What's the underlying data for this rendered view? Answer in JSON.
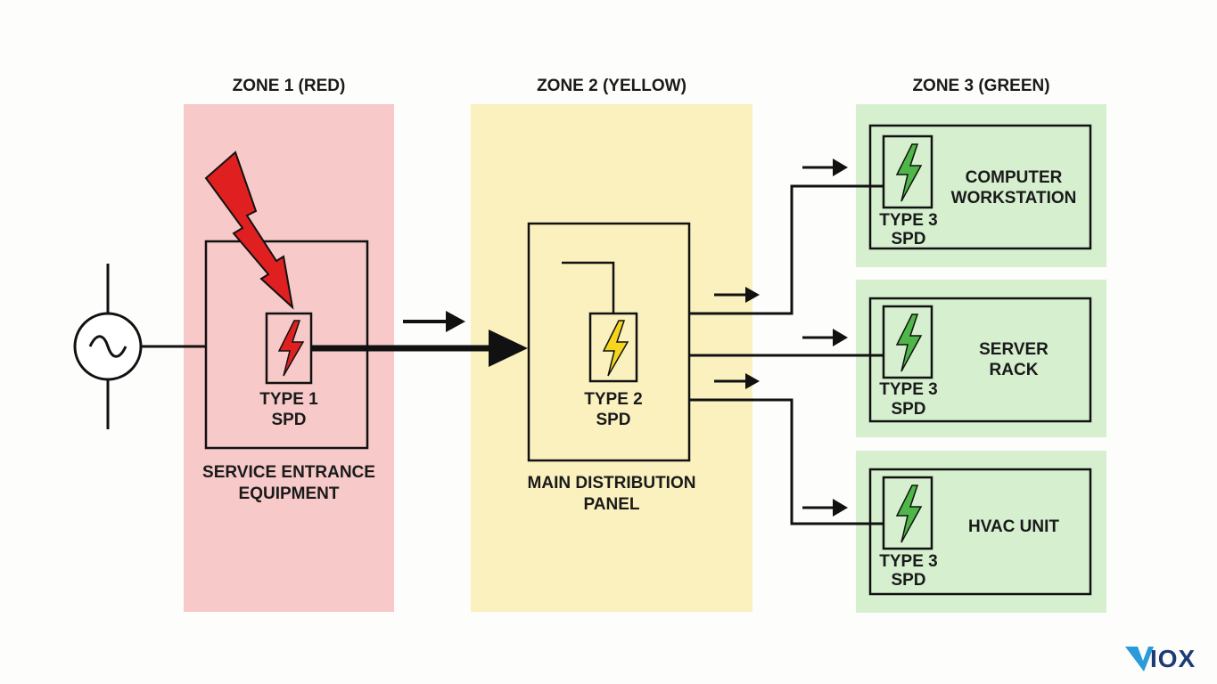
{
  "zones": [
    {
      "title": "ZONE 1 (RED)",
      "color": "#f7c9c9"
    },
    {
      "title": "ZONE 2 (YELLOW)",
      "color": "#faf1bf"
    },
    {
      "title": "ZONE 3 (GREEN)",
      "color": "#d5efcf"
    }
  ],
  "service_entrance": {
    "spd_line1": "TYPE 1",
    "spd_line2": "SPD",
    "caption_line1": "SERVICE ENTRANCE",
    "caption_line2": "EQUIPMENT",
    "bolt_color": "#e02020"
  },
  "main_panel": {
    "spd_line1": "TYPE 2",
    "spd_line2": "SPD",
    "caption_line1": "MAIN DISTRIBUTION",
    "caption_line2": "PANEL",
    "bolt_color": "#f5d51e"
  },
  "devices": [
    {
      "name_line1": "COMPUTER",
      "name_line2": "WORKSTATION",
      "spd_line1": "TYPE 3",
      "spd_line2": "SPD"
    },
    {
      "name_line1": "SERVER",
      "name_line2": "RACK",
      "spd_line1": "TYPE 3",
      "spd_line2": "SPD"
    },
    {
      "name_line1": "HVAC UNIT",
      "name_line2": "",
      "spd_line1": "TYPE 3",
      "spd_line2": "SPD"
    }
  ],
  "type3_bolt_color": "#4fb648",
  "lightning_color": "#e02020",
  "logo": {
    "text": "IOX",
    "color": "#1d3a78"
  }
}
